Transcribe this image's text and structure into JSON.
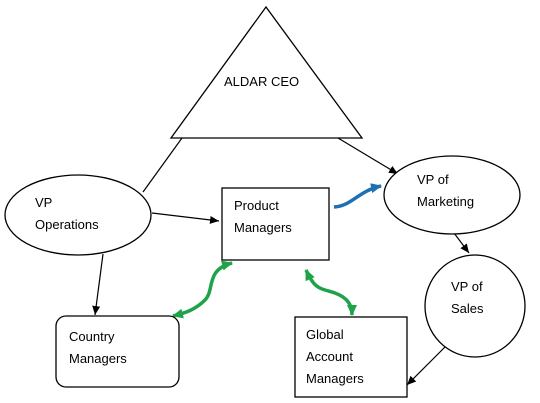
{
  "nodes": {
    "ceo": {
      "label": "ALDAR CEO"
    },
    "vp_operations": {
      "line1": "VP",
      "line2": "Operations"
    },
    "product_managers": {
      "line1": "Product",
      "line2": "Managers"
    },
    "vp_marketing": {
      "line1": "VP of",
      "line2": "Marketing"
    },
    "vp_sales": {
      "line1": "VP of",
      "line2": "Sales"
    },
    "country_managers": {
      "line1": "Country",
      "line2": "Managers"
    },
    "global_account_managers": {
      "line1": "Global",
      "line2": "Account",
      "line3": "Managers"
    }
  },
  "colors": {
    "stroke": "#000000",
    "blue_arrow": "#1f6fb4",
    "green_arrow": "#1fa348"
  }
}
